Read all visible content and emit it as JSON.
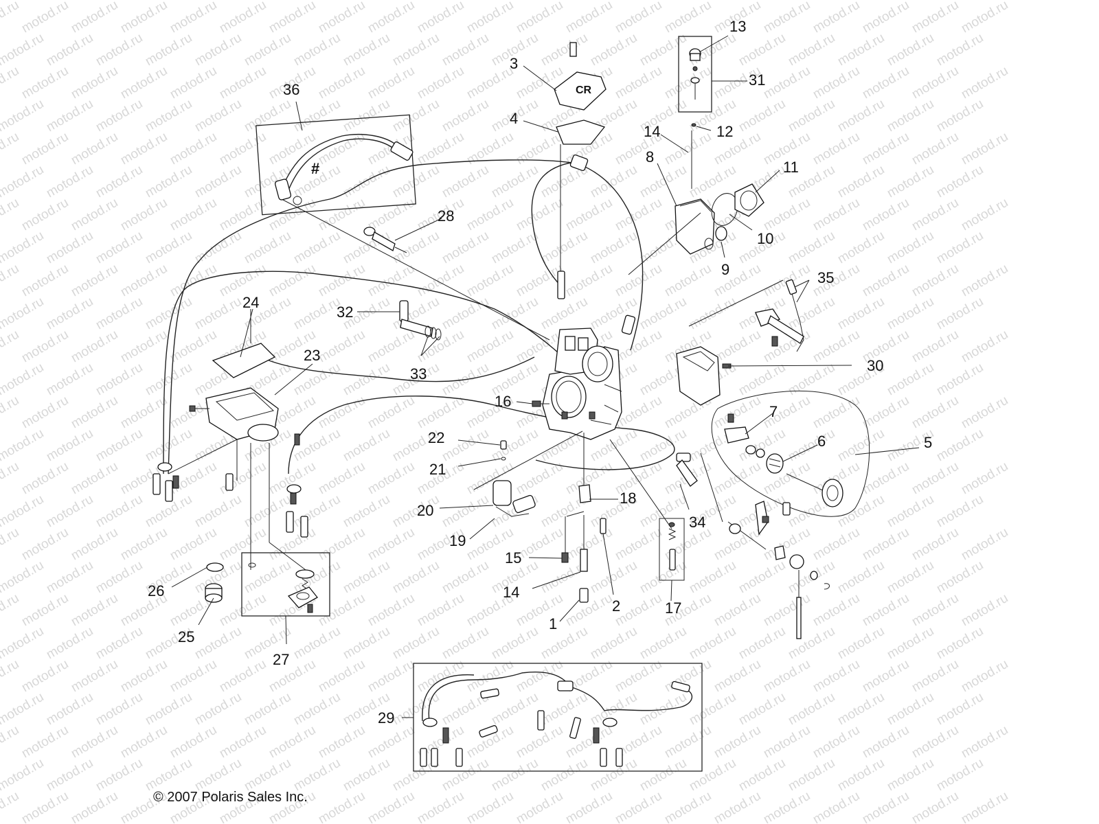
{
  "watermark": "motod.ru",
  "copyright": "© 2007 Polaris Sales Inc.",
  "callouts": [
    "1",
    "2",
    "3",
    "4",
    "5",
    "6",
    "7",
    "8",
    "9",
    "10",
    "11",
    "12",
    "13",
    "14",
    "14",
    "15",
    "16",
    "17",
    "18",
    "19",
    "20",
    "21",
    "22",
    "23",
    "24",
    "25",
    "26",
    "27",
    "28",
    "29",
    "30",
    "31",
    "32",
    "33",
    "34",
    "35",
    "36"
  ],
  "hash_mark": "#"
}
